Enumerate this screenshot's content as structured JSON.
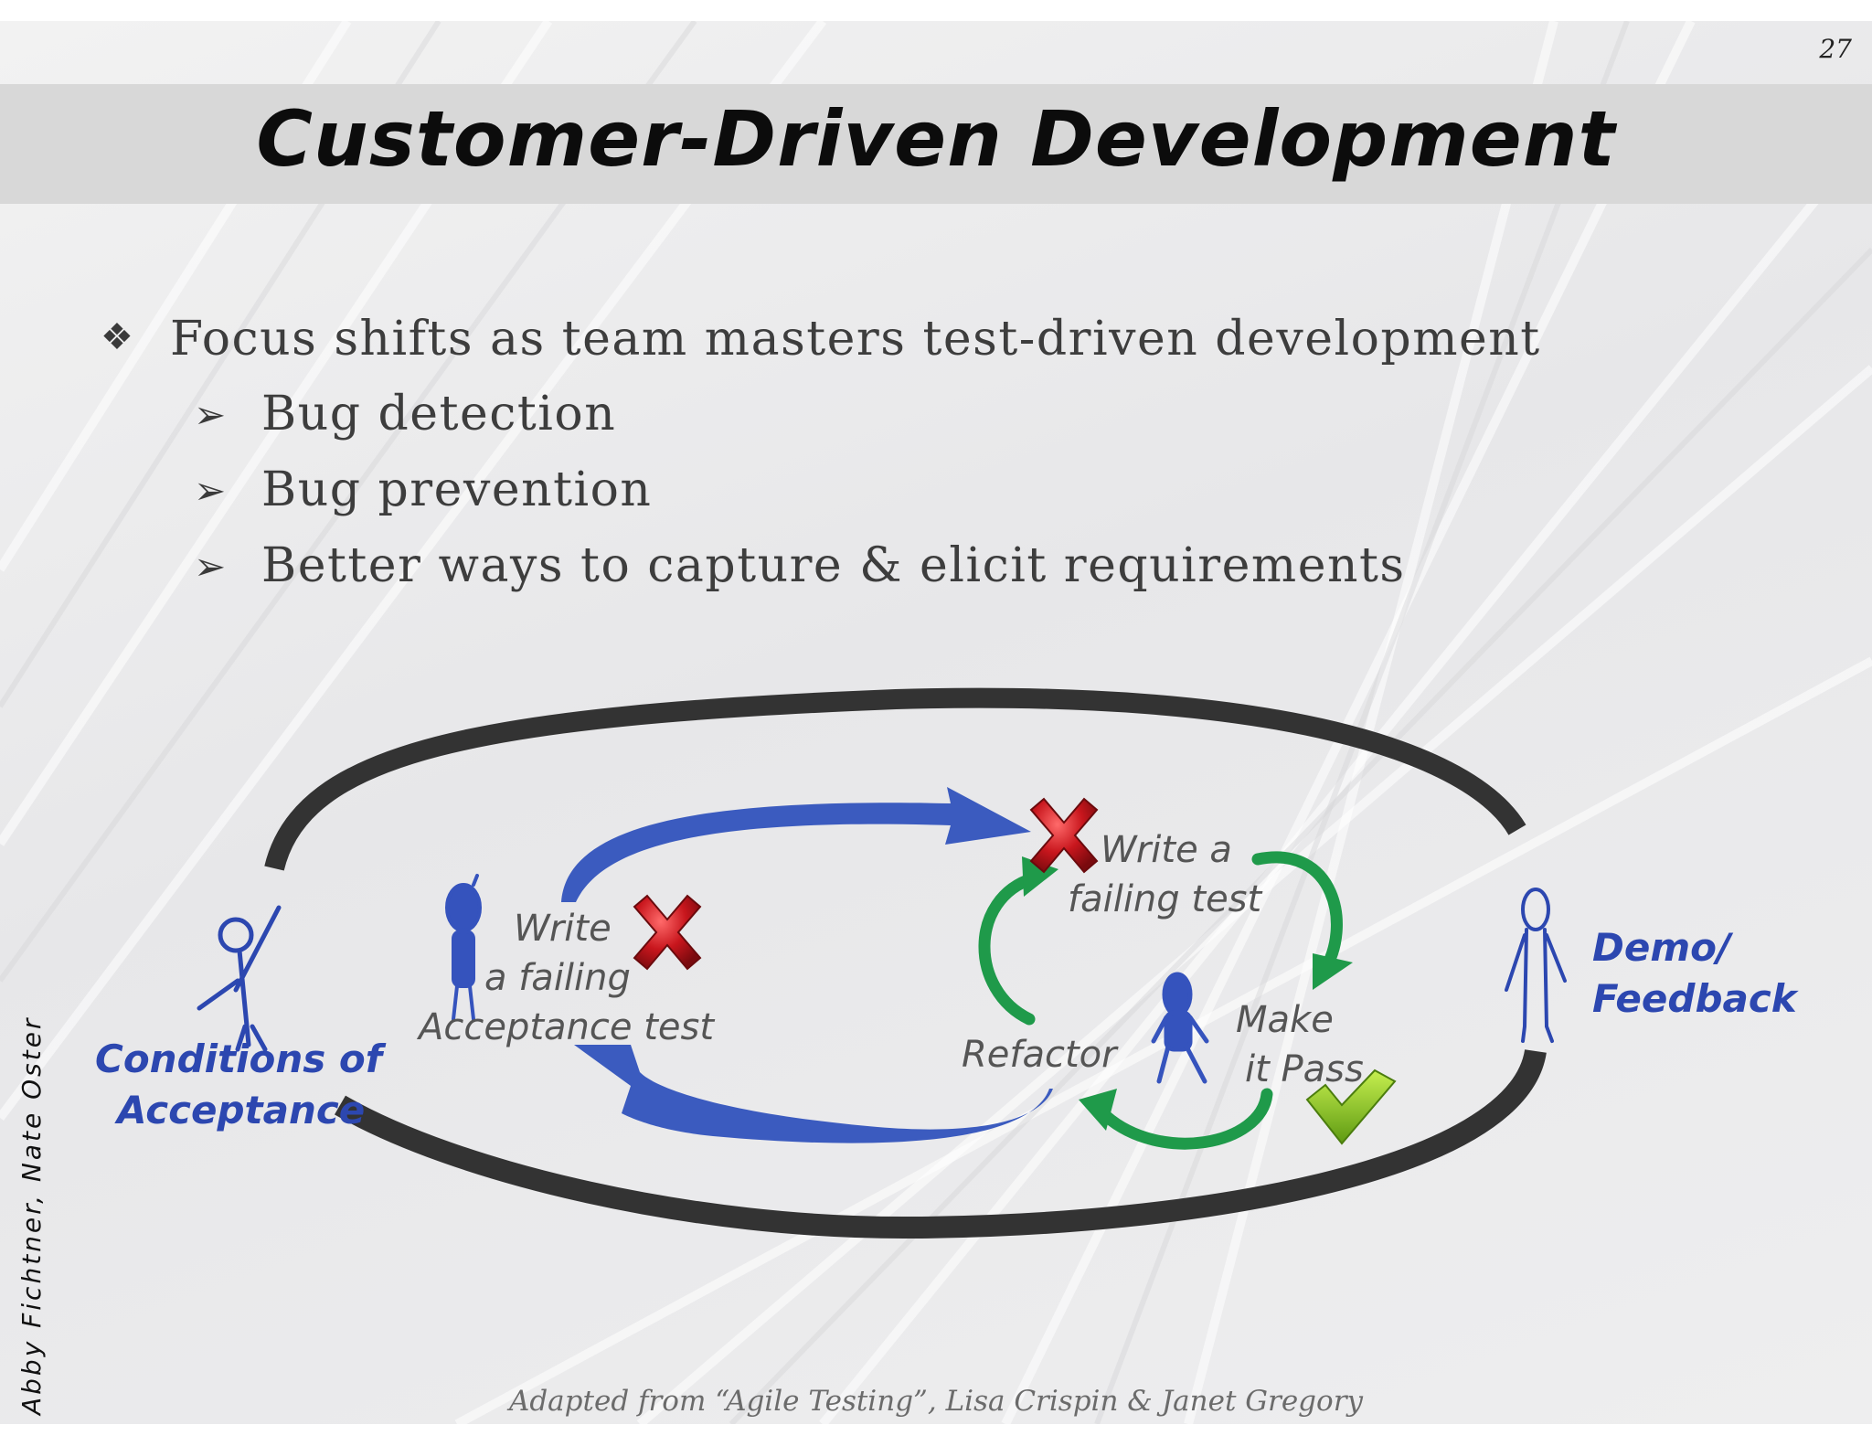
{
  "slide": {
    "page_number": "27",
    "title": "Customer-Driven  Development",
    "bullets": {
      "main": "Focus shifts as team masters test-driven development",
      "sub": [
        "Bug detection",
        "Bug prevention",
        "Better ways to capture & elicit requirements"
      ],
      "main_marker": "❖",
      "sub_marker": "➢"
    },
    "diagram": {
      "labels": {
        "conditions_line1": "Conditions of",
        "conditions_line2": "Acceptance",
        "write_acc_line1": "Write",
        "write_acc_line2": "a failing",
        "write_acc_line3": "Acceptance test",
        "write_fail_line1": "Write a",
        "write_fail_line2": "failing test",
        "refactor": "Refactor",
        "make_pass_line1": "Make",
        "make_pass_line2": "it Pass",
        "demo_line1": "Demo/",
        "demo_line2": "Feedback"
      },
      "colors": {
        "outer_loop": "#333333",
        "acceptance_loop": "#3b5bbf",
        "tdd_loop": "#1f9a4a",
        "label_blue": "#2c47b0",
        "label_gray": "#555555",
        "fail_mark": "#c8161d",
        "pass_mark": "#7cb518"
      },
      "icons": [
        "stick-figure-icon",
        "fail-x-icon",
        "pass-check-icon"
      ]
    },
    "side_credit": "Abby Fichtner, Nate Oster",
    "attribution": "Adapted from “Agile Testing”, Lisa Crispin & Janet Gregory"
  }
}
